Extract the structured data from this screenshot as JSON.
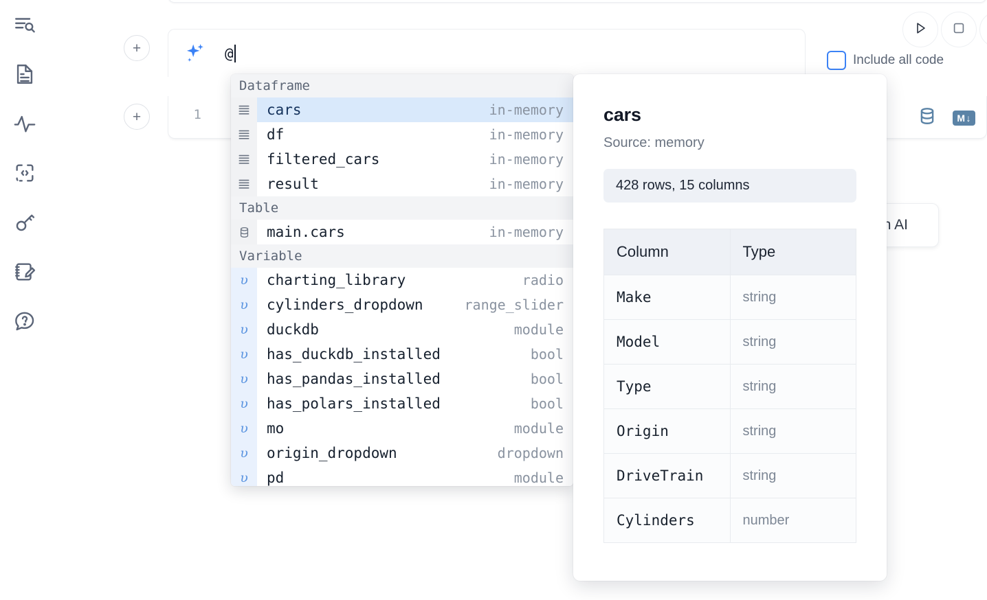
{
  "sidebar": {
    "items": [
      {
        "name": "explore-icon",
        "label": "Explore"
      },
      {
        "name": "document-icon",
        "label": "Notebook"
      },
      {
        "name": "activity-icon",
        "label": "Activity"
      },
      {
        "name": "code-icon",
        "label": "Snippets"
      },
      {
        "name": "key-icon",
        "label": "Secrets"
      },
      {
        "name": "notepad-edit-icon",
        "label": "Scratchpad"
      },
      {
        "name": "help-chat-icon",
        "label": "Help"
      }
    ]
  },
  "toolbar": {
    "run_label": "Run",
    "stop_label": "Stop",
    "include_all_code_label": "Include all code",
    "include_all_code_checked": false
  },
  "prompt": {
    "text": "@",
    "icon": "sparkle-icon"
  },
  "code_cell": {
    "line_number": "1",
    "database_icon": "database-icon",
    "markdown_badge": "M",
    "markdown_badge_arrow": "↓"
  },
  "ai_card": {
    "label": "h AI"
  },
  "add_buttons": {
    "label": "+"
  },
  "autocomplete": {
    "groups": [
      {
        "label": "Dataframe",
        "gutter_icon": "dataframe-icon",
        "items": [
          {
            "name": "cars",
            "type": "in-memory",
            "selected": true
          },
          {
            "name": "df",
            "type": "in-memory",
            "selected": false
          },
          {
            "name": "filtered_cars",
            "type": "in-memory",
            "selected": false
          },
          {
            "name": "result",
            "type": "in-memory",
            "selected": false
          }
        ]
      },
      {
        "label": "Table",
        "gutter_icon": "database-icon",
        "items": [
          {
            "name": "main.cars",
            "type": "in-memory",
            "selected": false
          }
        ]
      },
      {
        "label": "Variable",
        "gutter_icon": "variable-icon",
        "items": [
          {
            "name": "charting_library",
            "type": "radio",
            "selected": false
          },
          {
            "name": "cylinders_dropdown",
            "type": "range_slider",
            "selected": false
          },
          {
            "name": "duckdb",
            "type": "module",
            "selected": false
          },
          {
            "name": "has_duckdb_installed",
            "type": "bool",
            "selected": false
          },
          {
            "name": "has_pandas_installed",
            "type": "bool",
            "selected": false
          },
          {
            "name": "has_polars_installed",
            "type": "bool",
            "selected": false
          },
          {
            "name": "mo",
            "type": "module",
            "selected": false
          },
          {
            "name": "origin_dropdown",
            "type": "dropdown",
            "selected": false
          },
          {
            "name": "pd",
            "type": "module",
            "selected": false
          }
        ]
      }
    ]
  },
  "info_panel": {
    "title": "cars",
    "source": "Source: memory",
    "shape": "428 rows, 15 columns",
    "table": {
      "headers": [
        "Column",
        "Type"
      ],
      "rows": [
        [
          "Make",
          "string"
        ],
        [
          "Model",
          "string"
        ],
        [
          "Type",
          "string"
        ],
        [
          "Origin",
          "string"
        ],
        [
          "DriveTrain",
          "string"
        ],
        [
          "Cylinders",
          "number"
        ]
      ]
    }
  },
  "colors": {
    "accent_blue": "#3b82f6",
    "selected_row": "#d9e9fb",
    "variable_gutter": "#e9f1fd",
    "group_header_bg": "#f3f4f6",
    "rail_icon": "#5b6578",
    "badge_blue": "#5b83a6"
  }
}
